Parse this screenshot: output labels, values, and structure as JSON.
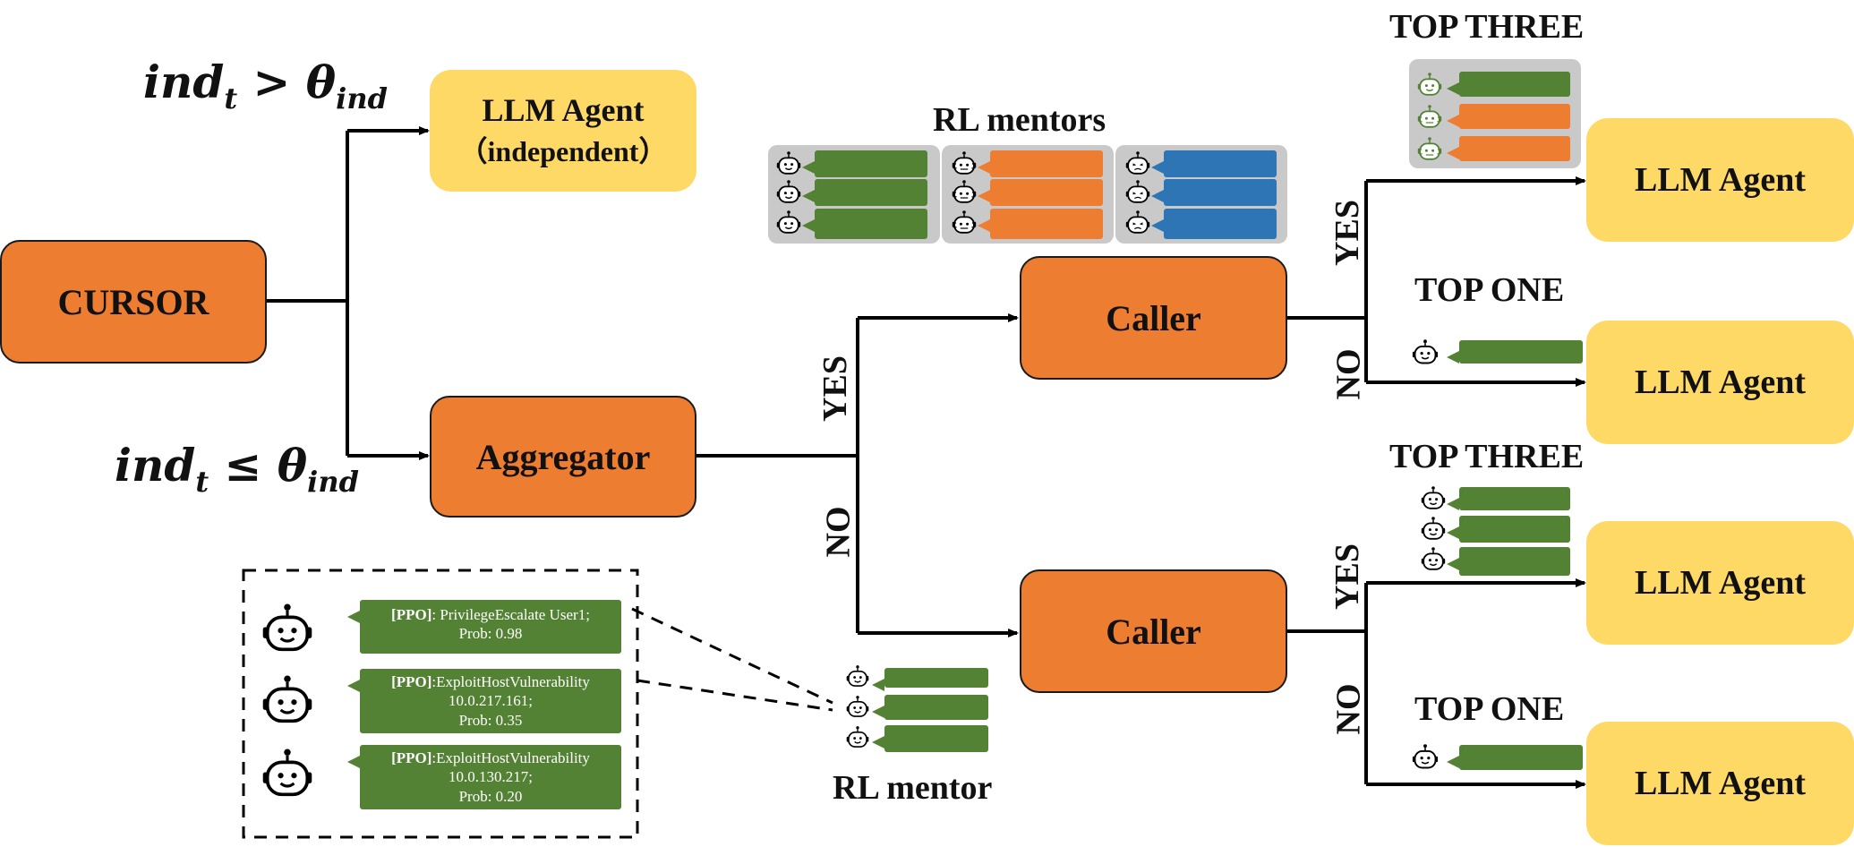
{
  "cursor": "CURSOR",
  "cond_high": {
    "base": "ind",
    "sub1": "t",
    "op": " > θ",
    "sub2": "ind"
  },
  "cond_low": {
    "base": "ind",
    "sub1": "t",
    "op": " ≤ θ",
    "sub2": "ind"
  },
  "llm_agent": "LLM Agent",
  "llm_independent_note": "（independent）",
  "aggregator": "Aggregator",
  "caller": "Caller",
  "yes": "YES",
  "no": "NO",
  "rl_mentors": "RL mentors",
  "rl_mentor": "RL mentor",
  "top_three": "TOP THREE",
  "top_one": "TOP ONE",
  "legend_bubbles": [
    {
      "tag": "[PPO]",
      "line1": ": PrivilegeEscalate User1;",
      "line2": "Prob: 0.98",
      "line3": ""
    },
    {
      "tag": "[PPO]",
      "line1": ":ExploitHostVulnerability",
      "line2": "10.0.217.161;",
      "line3": "Prob: 0.35"
    },
    {
      "tag": "[PPO]",
      "line1": ":ExploitHostVulnerability",
      "line2": "10.0.130.217;",
      "line3": "Prob: 0.20"
    }
  ],
  "colors": {
    "orange": "#ED7D31",
    "yellow": "#FFD966",
    "green": "#548235",
    "blue": "#2E75B6",
    "panel": "#c9c9c9"
  },
  "icons": [
    "robot-smile-icon",
    "robot-bug-icon",
    "robot-devil-icon"
  ]
}
